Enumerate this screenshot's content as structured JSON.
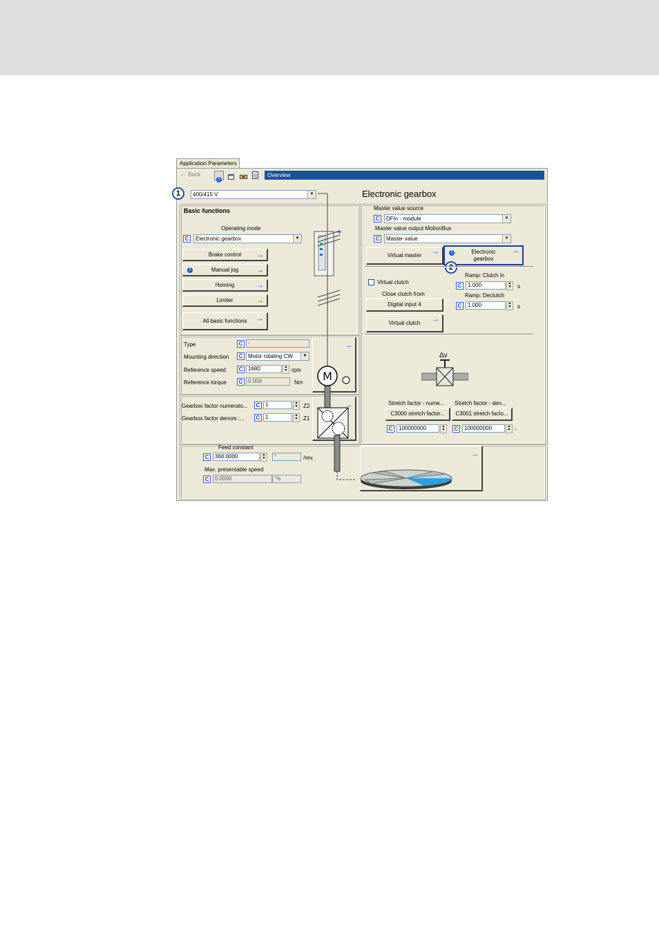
{
  "window": {
    "tab_label": "Application Parameters",
    "back_label": "Back",
    "address": "Overview"
  },
  "voltage": {
    "value": "400/415 V"
  },
  "page_title": "Electronic gearbox",
  "markers": {
    "m1": "1",
    "m2": "2"
  },
  "basic": {
    "title": "Basic functions",
    "operating_mode_label": "Operating mode",
    "operating_mode_value": "Electronic gearbox",
    "buttons": {
      "brake": "Brake control",
      "jog": "Manual jog",
      "homing": "Homing",
      "limiter": "Limiter",
      "all": "All basic functions"
    }
  },
  "motor": {
    "type_label": "Type",
    "type_value": "-",
    "mounting_label": "Mounting direction",
    "mounting_value": "Motor rotating CW",
    "ref_speed_label": "Reference speed",
    "ref_speed_value": "1680",
    "ref_speed_unit": "rpm",
    "ref_torque_label": "Reference torque",
    "ref_torque_value": "0.000",
    "ref_torque_unit": "Nm"
  },
  "gearbox": {
    "num_label": "Gearbox factor numerato...",
    "num_value": "1",
    "num_unit": "Z2",
    "den_label": "Gearbox factor denom.:...",
    "den_value": "1",
    "den_unit": "Z1"
  },
  "feed": {
    "const_label": "Feed constant",
    "const_value": "360.0000",
    "const_unit1": "°",
    "const_unit2": "/rev.",
    "max_label": "Max. presentable speed",
    "max_value": "0.0000",
    "max_unit": "°/s"
  },
  "master": {
    "source_label": "Master value source",
    "source_value": "DFIn - module",
    "output_label": "Master value output MotionBus",
    "output_value": "Master value",
    "virtual_master": "Virtual master",
    "egear_line1": "Electronic",
    "egear_line2": "gearbox"
  },
  "clutch": {
    "checkbox_label": "Virtual clutch",
    "close_from_label": "Close clutch from",
    "close_from_value": "Digital input 4",
    "virtual_clutch_button": "Virtual clutch",
    "ramp_in_label": "Ramp: Clutch in",
    "ramp_in_value": "1.000",
    "ramp_in_unit": "s",
    "ramp_de_label": "Ramp: Declutch",
    "ramp_de_value": "1.000",
    "ramp_de_unit": "s"
  },
  "stretch": {
    "delta_label": "Δv",
    "num_label": "Stretch factor - nume...",
    "num_button": "C3000 stretch factor...",
    "num_value": "100000000",
    "den_label": "Stretch factor - den...",
    "den_button": "C3001 stretch facto...",
    "den_value": "100000000",
    "den_unit": "-"
  },
  "motor_symbol": "M",
  "c_badge": "C"
}
